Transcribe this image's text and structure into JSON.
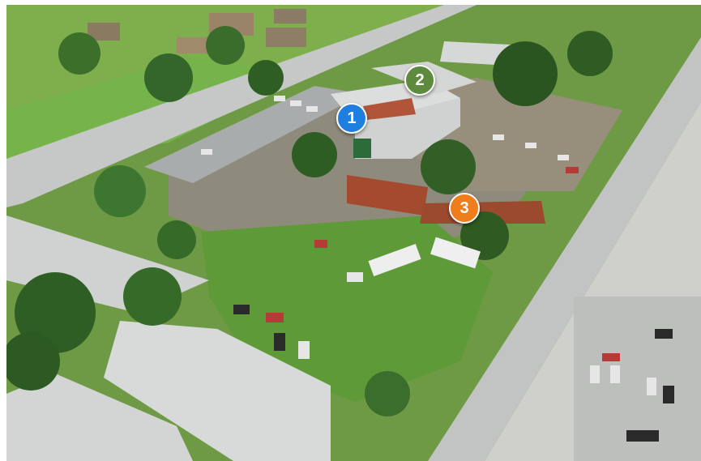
{
  "markers": [
    {
      "label": "1",
      "color": "#1f7fe0"
    },
    {
      "label": "2",
      "color": "#5d8a3c"
    },
    {
      "label": "3",
      "color": "#f07d1c"
    }
  ],
  "palette": {
    "grass": "#5e9a3a",
    "lawn": "#7bb24a",
    "road": "#b9bcbd",
    "roof": "#d9dcdc",
    "rust_roof": "#a24b30",
    "trees": "#2f5e22"
  }
}
